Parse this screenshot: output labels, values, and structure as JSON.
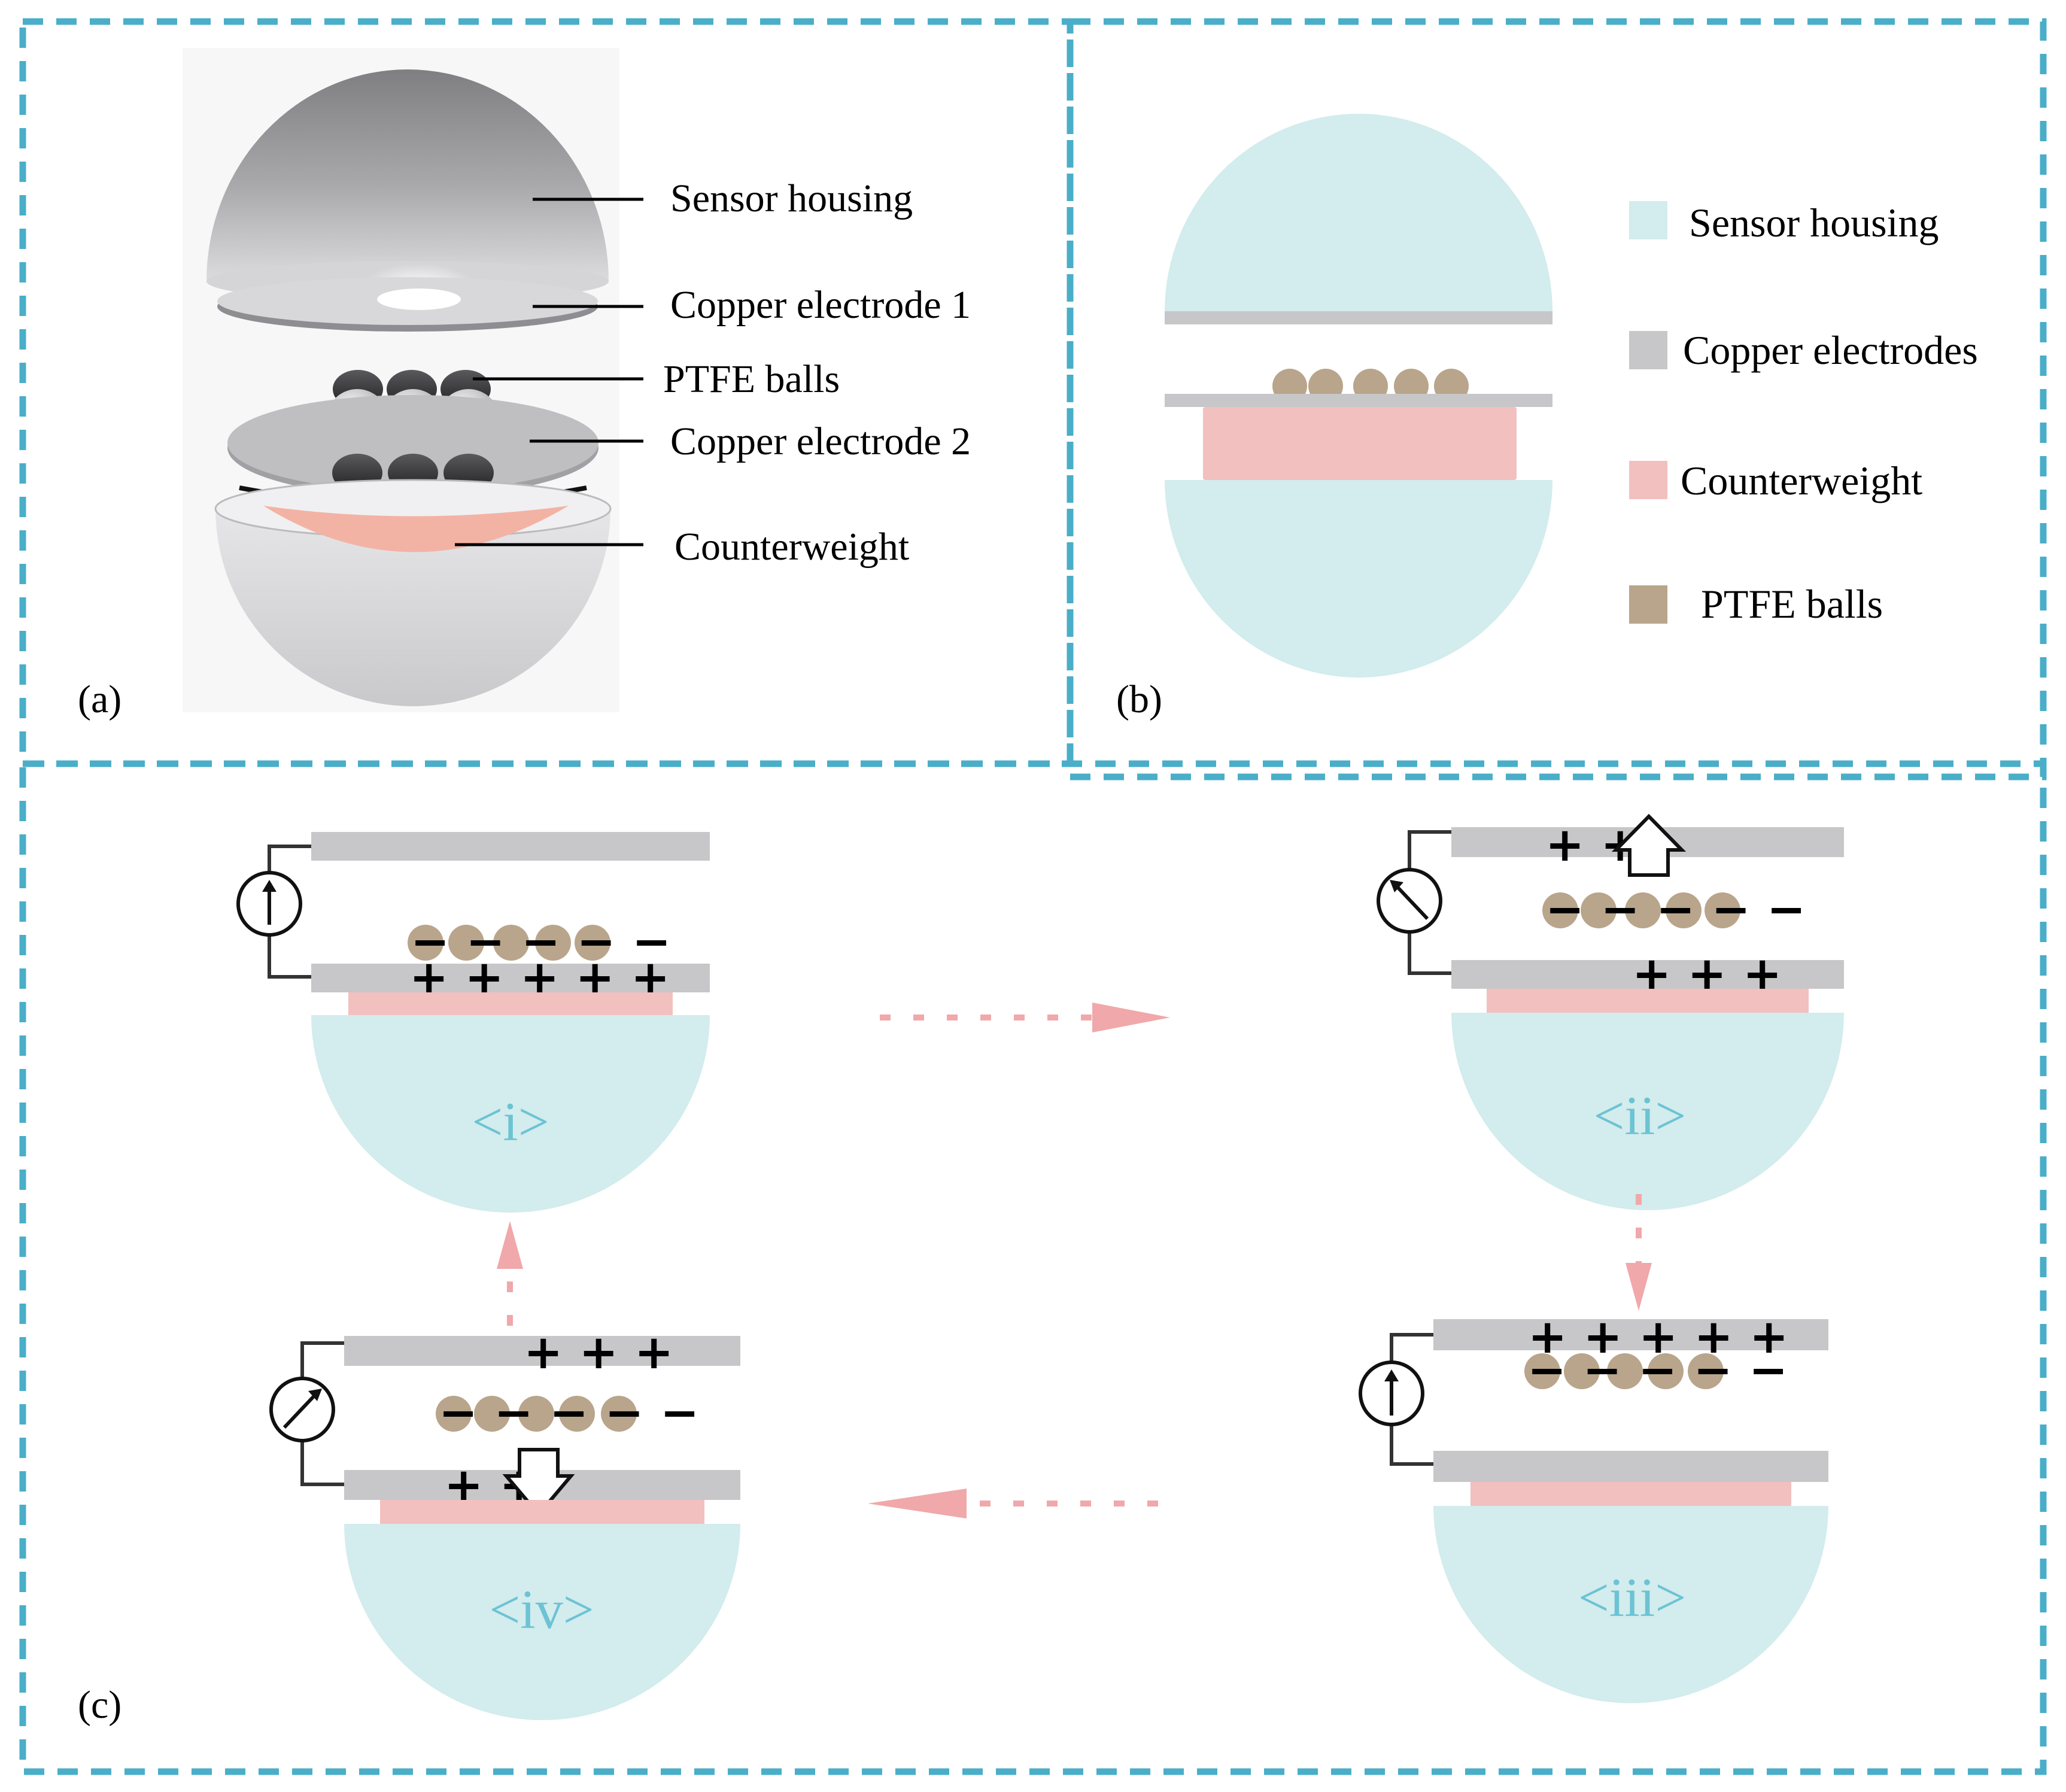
{
  "colors": {
    "frame": "#4aaec8",
    "housing": "#d3eced",
    "electrode": "#c7c7c9",
    "counterweight": "#f2c0bf",
    "ptfe": "#b9a58b",
    "arrow": "#f0a8aa",
    "stage_label": "#6cc3d4"
  },
  "panel_a": {
    "tag": "(a)",
    "callouts": [
      "Sensor housing",
      "Copper electrode 1",
      "PTFE balls",
      "Copper electrode 2",
      "Counterweight"
    ]
  },
  "panel_b": {
    "tag": "(b)",
    "legend": [
      {
        "label": "Sensor housing",
        "color": "#d3eced"
      },
      {
        "label": "Copper electrodes",
        "color": "#c7c7c9"
      },
      {
        "label": "Counterweight",
        "color": "#f2c0bf"
      },
      {
        "label": "PTFE balls",
        "color": "#b9a58b"
      }
    ]
  },
  "panel_c": {
    "tag": "(c)",
    "stages": [
      {
        "label": "<i>",
        "top_charges": "",
        "bottom_charges": "+ + + + +",
        "ball_charges": "− − − − −",
        "meter_icon": "galvanometer-up-icon"
      },
      {
        "label": "<ii>",
        "top_charges": "+ +",
        "bottom_charges": "+ + +",
        "ball_charges": "− − − − −",
        "meter_icon": "galvanometer-left-icon"
      },
      {
        "label": "<iii>",
        "top_charges": "+ + + + +",
        "bottom_charges": "",
        "ball_charges": "− − − − −",
        "meter_icon": "galvanometer-up-icon"
      },
      {
        "label": "<iv>",
        "top_charges": "+ + +",
        "bottom_charges": "+ +",
        "ball_charges": "− − − − −",
        "meter_icon": "galvanometer-right-icon"
      }
    ]
  }
}
